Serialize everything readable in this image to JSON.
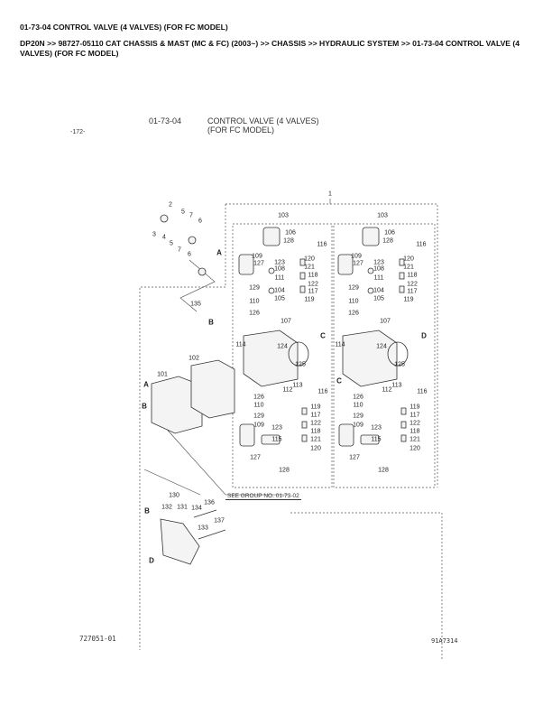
{
  "header": {
    "title": "01-73-04 CONTROL VALVE (4 VALVES) (FOR FC MODEL)",
    "breadcrumb": "DP20N >> 98727-05110 CAT CHASSIS & MAST (MC & FC) (2003~) >> CHASSIS >> HYDRAULIC SYSTEM >> 01-73-04 CONTROL VALVE (4 VALVES) (FOR FC MODEL)"
  },
  "sheet": {
    "page_number": "-172-",
    "group_number": "01-73-04",
    "title_line1": "CONTROL VALVE (4 VALVES)",
    "title_line2": "(FOR FC MODEL)",
    "drawing_number": "727051-01",
    "sheet_code": "91A7314",
    "see_group": "SEE GROUP NO. 01-73-02"
  },
  "callouts": {
    "misc": [
      "2",
      "5",
      "7",
      "6",
      "3",
      "4",
      "5",
      "7",
      "6",
      "A",
      "135",
      "B",
      "1",
      "102",
      "101",
      "A",
      "B",
      "130",
      "132",
      "131",
      "136",
      "134",
      "137",
      "133",
      "B",
      "D"
    ],
    "valve": [
      "103",
      "106",
      "128",
      "116",
      "109",
      "127",
      "123",
      "108",
      "111",
      "120",
      "121",
      "118",
      "122",
      "117",
      "119",
      "129",
      "104",
      "105",
      "110",
      "126",
      "107",
      "124",
      "114",
      "125",
      "113",
      "112",
      "116",
      "126",
      "110",
      "119",
      "117",
      "129",
      "122",
      "109",
      "123",
      "118",
      "115",
      "121",
      "120",
      "127",
      "128"
    ],
    "left_valve_ports": [
      "C"
    ],
    "right_valve_ports": [
      "D",
      "C"
    ]
  }
}
